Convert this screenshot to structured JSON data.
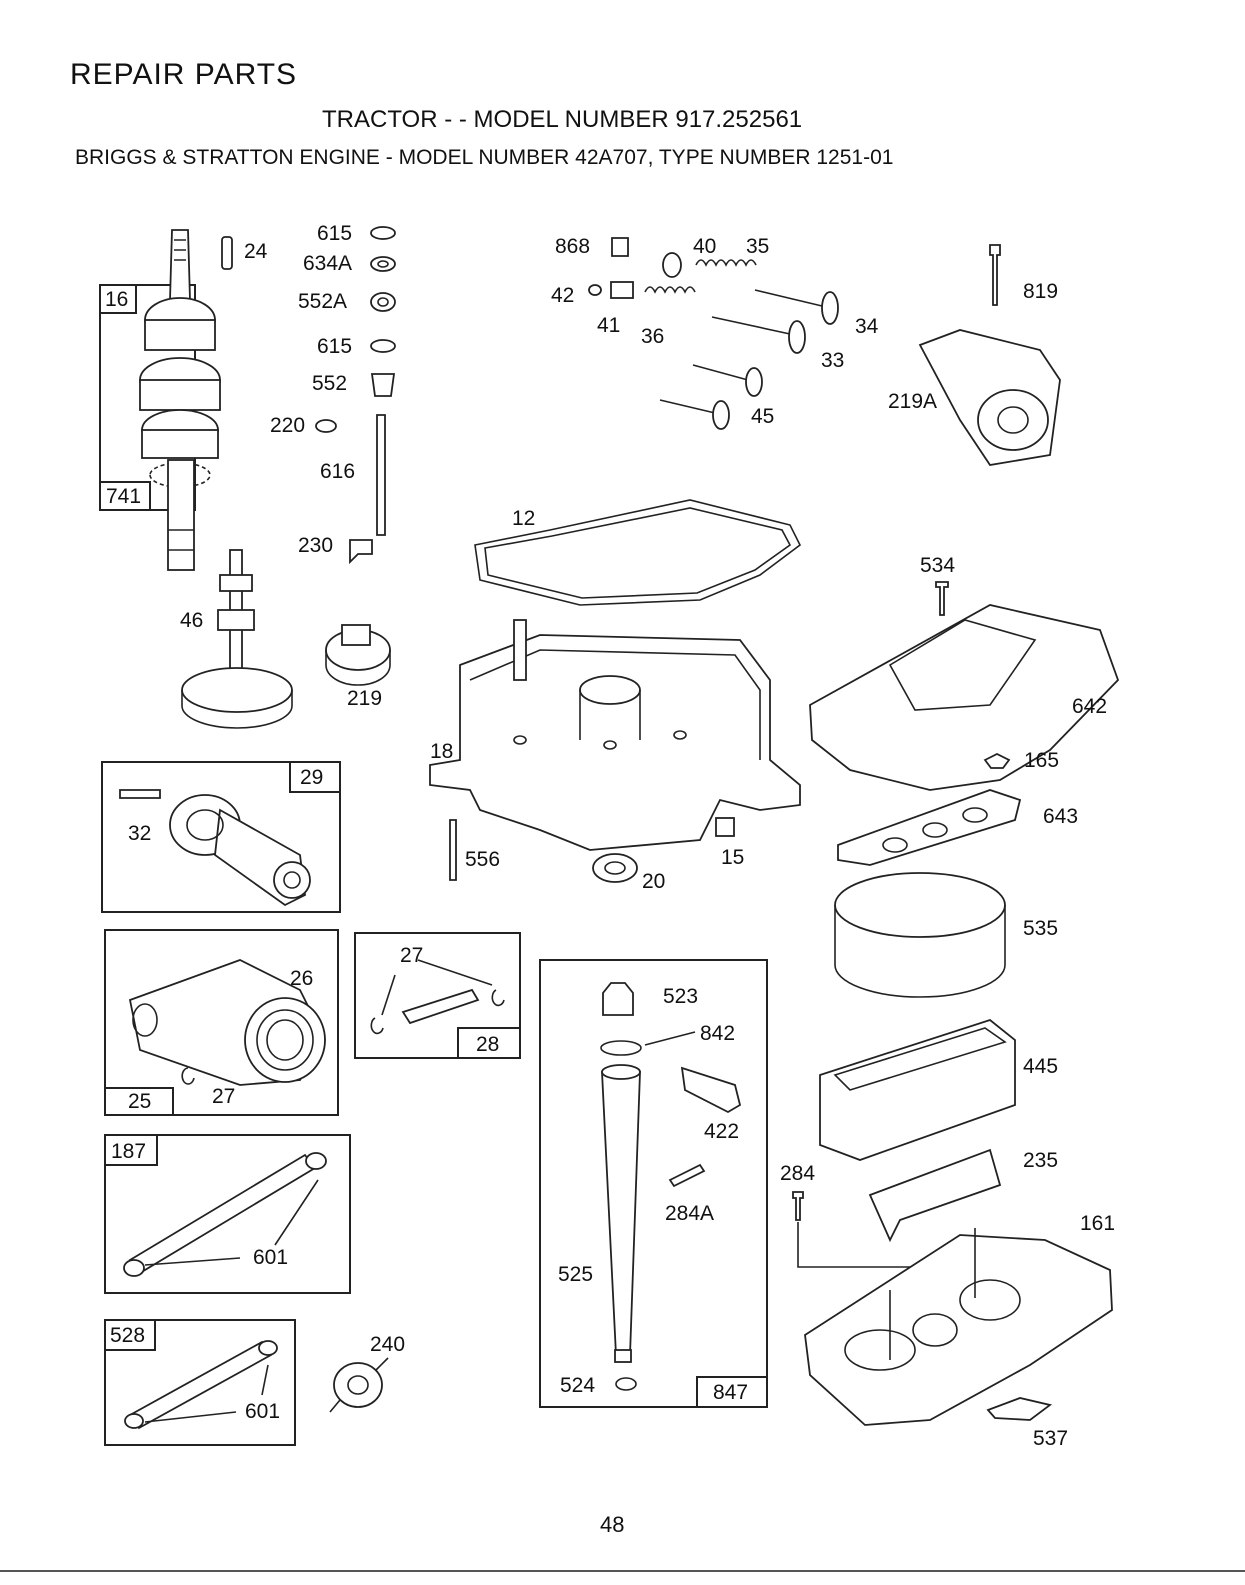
{
  "header": {
    "title": "REPAIR PARTS",
    "subtitle": "TRACTOR - - MODEL NUMBER 917.252561",
    "engine": "BRIGGS & STRATTON ENGINE - MODEL NUMBER 42A707, TYPE NUMBER 1251-01"
  },
  "callouts": {
    "p24": "24",
    "p615a": "615",
    "p634a": "634A",
    "p552a": "552A",
    "p615b": "615",
    "p552": "552",
    "p220": "220",
    "p616": "616",
    "p230": "230",
    "p16": "16",
    "p741": "741",
    "p46": "46",
    "p219": "219",
    "p868": "868",
    "p40": "40",
    "p35": "35",
    "p42": "42",
    "p41": "41",
    "p36": "36",
    "p34": "34",
    "p33": "33",
    "p45": "45",
    "p819": "819",
    "p219a": "219A",
    "p12": "12",
    "p534": "534",
    "p642": "642",
    "p18": "18",
    "p165": "165",
    "p643": "643",
    "p556": "556",
    "p20": "20",
    "p15": "15",
    "p29": "29",
    "p32": "32",
    "p26": "26",
    "p25": "25",
    "p27a": "27",
    "p27b": "27",
    "p28": "28",
    "p535": "535",
    "p523": "523",
    "p842": "842",
    "p445": "445",
    "p422": "422",
    "p235": "235",
    "p284": "284",
    "p284a": "284A",
    "p161": "161",
    "p187": "187",
    "p601a": "601",
    "p525": "525",
    "p528": "528",
    "p240": "240",
    "p601b": "601",
    "p524": "524",
    "p847": "847",
    "p537": "537"
  },
  "page_number": "48"
}
